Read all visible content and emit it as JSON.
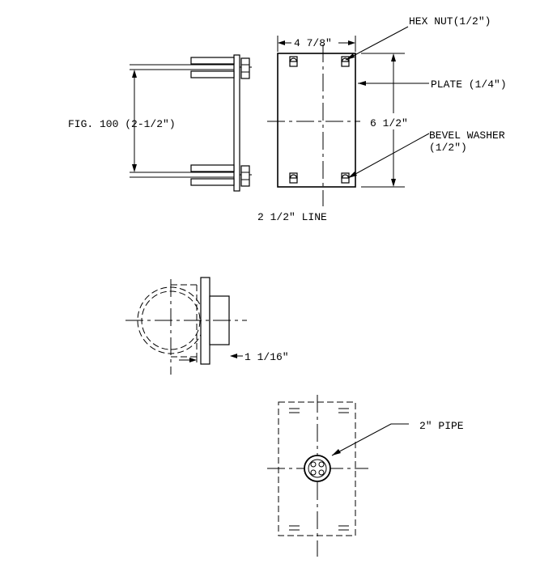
{
  "labels": {
    "hex_nut": "HEX NUT(1/2\")",
    "plate": "PLATE (1/4\")",
    "bevel_washer_line1": "BEVEL WASHER",
    "bevel_washer_line2": "(1/2\")",
    "fig_ref": "FIG. 100 (2-1/2\")",
    "width_dim": "4 7/8\"",
    "height_dim": "6 1/2\"",
    "line_label": "2 1/2\" LINE",
    "offset_dim": "1 1/16\"",
    "pipe_label": "2\" PIPE"
  }
}
